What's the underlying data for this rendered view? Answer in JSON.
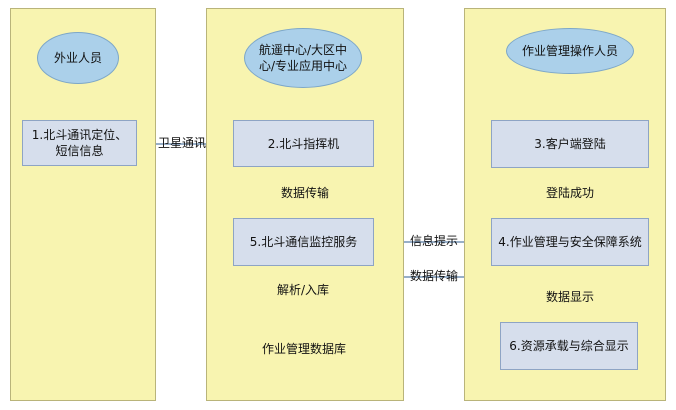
{
  "columns": {
    "left": {
      "header": "外业人员",
      "node1": "1.北斗通讯定位、短信信息"
    },
    "middle": {
      "header": "航遥中心/大区中心/专业应用中心",
      "node2": "2.北斗指挥机",
      "node5": "5.北斗通信监控服务",
      "db": "作业管理数据库"
    },
    "right": {
      "header": "作业管理操作人员",
      "node3": "3.客户端登陆",
      "node4": "4.作业管理与安全保障系统",
      "node6": "6.资源承载与综合显示"
    }
  },
  "edge_labels": {
    "satellite": "卫星通讯",
    "data_transfer_1": "数据传输",
    "info_prompt": "信息提示",
    "parse_store": "解析/入库",
    "data_transfer_2": "数据传输",
    "login_success": "登陆成功",
    "data_display": "数据显示"
  },
  "colors": {
    "lane": "#f8f4b0",
    "header": "#abd0ea",
    "box": "#d6deec",
    "arrow": "#5a7fa8"
  }
}
